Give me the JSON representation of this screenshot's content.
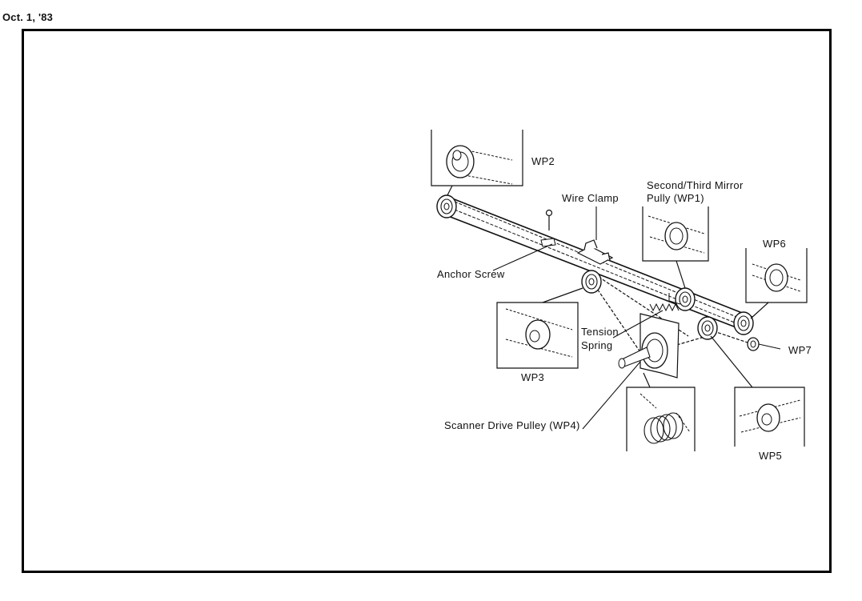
{
  "header": {
    "date": "Oct. 1, '83"
  },
  "labels": {
    "wp2": "WP2",
    "wire_clamp": "Wire Clamp",
    "mirror_line1": "Second/Third Mirror",
    "mirror_line2": "Pully (WP1)",
    "wp6": "WP6",
    "anchor_screw": "Anchor Screw",
    "tension_line1": "Tension",
    "tension_line2": "Spring",
    "wp7": "WP7",
    "wp3": "WP3",
    "scanner_drive": "Scanner Drive Pulley (WP4)",
    "wp5": "WP5"
  }
}
